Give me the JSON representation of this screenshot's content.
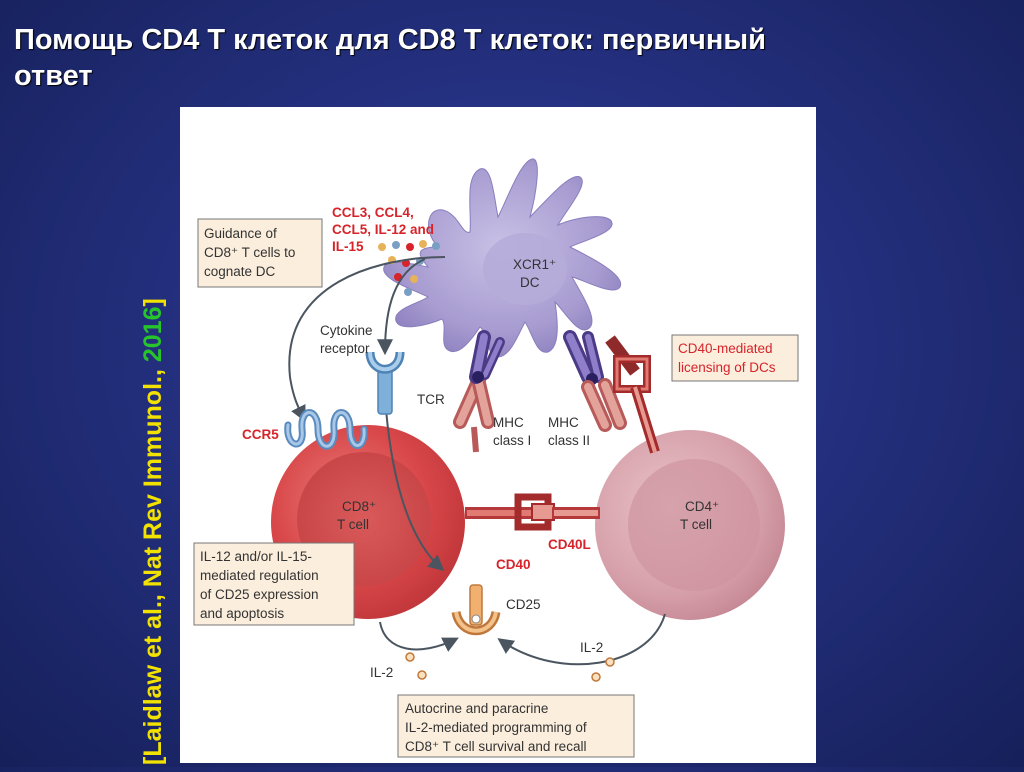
{
  "slide": {
    "title_line1": "Помощь CD4 T клеток для CD8 T клеток: первичный",
    "title_line2": "ответ",
    "citation_prefix": "[Laidlaw et al., Nat Rev Immunol., ",
    "citation_year": "2016",
    "citation_suffix": "]"
  },
  "diagram": {
    "dc_label_line1": "XCR1⁺",
    "dc_label_line2": "DC",
    "cd8_label_line1": "CD8⁺",
    "cd8_label_line2": "T cell",
    "cd4_label_line1": "CD4⁺",
    "cd4_label_line2": "T cell",
    "chemokines_line1": "CCL3, CCL4,",
    "chemokines_line2": "CCL5, IL-12 and",
    "chemokines_line3": "IL-15",
    "cytokine_receptor_line1": "Cytokine",
    "cytokine_receptor_line2": "receptor",
    "tcr": "TCR",
    "mhc1_line1": "MHC",
    "mhc1_line2": "class I",
    "mhc2_line1": "MHC",
    "mhc2_line2": "class II",
    "ccr5": "CCR5",
    "cd40": "CD40",
    "cd40l": "CD40L",
    "cd25": "CD25",
    "il2_left": "IL-2",
    "il2_right": "IL-2",
    "box_guidance_line1": "Guidance of",
    "box_guidance_line2": "CD8⁺ T cells to",
    "box_guidance_line3": "cognate DC",
    "box_licensing_line1": "CD40-mediated",
    "box_licensing_line2": "licensing of DCs",
    "box_il12_line1": "IL-12 and/or IL-15-",
    "box_il12_line2": "mediated regulation",
    "box_il12_line3": "of CD25 expression",
    "box_il12_line4": "and apoptosis",
    "box_autocrine_line1": "Autocrine and paracrine",
    "box_autocrine_line2": "IL-2-mediated programming of",
    "box_autocrine_line3": "CD8⁺ T cell survival and recall"
  },
  "colors": {
    "background": "#24307f",
    "title": "#ffffff",
    "citation_yellow": "#f2e200",
    "citation_green": "#27c42b",
    "dc_purple": "#a79bd0",
    "cd8_red": "#d9484a",
    "cd4_pink": "#d6a0aa",
    "label_red": "#d6242a",
    "box_fill": "#fbeedd"
  }
}
